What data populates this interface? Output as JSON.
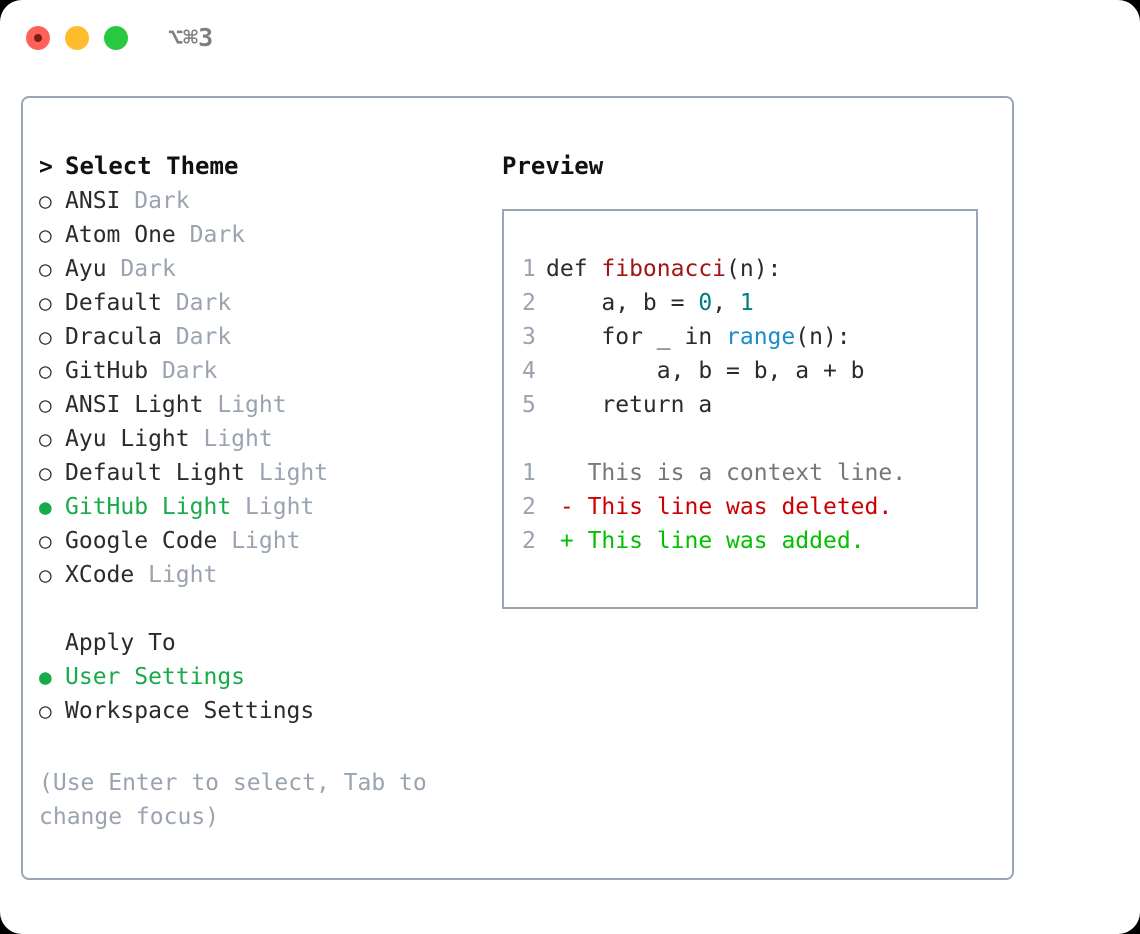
{
  "window": {
    "shortcut_label": "⌥⌘3",
    "traffic_lights": [
      "close",
      "minimize",
      "zoom"
    ]
  },
  "theme_picker": {
    "header": {
      "prefix": ">",
      "title": "Select Theme"
    },
    "unselected_marker": "○",
    "selected_marker": "●",
    "items": [
      {
        "marker": "○",
        "label": "ANSI",
        "suffix": "Dark",
        "selected": false
      },
      {
        "marker": "○",
        "label": "Atom One",
        "suffix": "Dark",
        "selected": false
      },
      {
        "marker": "○",
        "label": "Ayu",
        "suffix": "Dark",
        "selected": false
      },
      {
        "marker": "○",
        "label": "Default",
        "suffix": "Dark",
        "selected": false
      },
      {
        "marker": "○",
        "label": "Dracula",
        "suffix": "Dark",
        "selected": false
      },
      {
        "marker": "○",
        "label": "GitHub",
        "suffix": "Dark",
        "selected": false
      },
      {
        "marker": "○",
        "label": "ANSI Light",
        "suffix": "Light",
        "selected": false
      },
      {
        "marker": "○",
        "label": "Ayu Light",
        "suffix": "Light",
        "selected": false
      },
      {
        "marker": "○",
        "label": "Default Light",
        "suffix": "Light",
        "selected": false
      },
      {
        "marker": "●",
        "label": "GitHub Light",
        "suffix": "Light",
        "selected": true
      },
      {
        "marker": "○",
        "label": "Google Code",
        "suffix": "Light",
        "selected": false
      },
      {
        "marker": "○",
        "label": "XCode",
        "suffix": "Light",
        "selected": false
      }
    ]
  },
  "apply_to": {
    "header": "Apply To",
    "items": [
      {
        "marker": "●",
        "label": "User Settings",
        "selected": true
      },
      {
        "marker": "○",
        "label": "Workspace Settings",
        "selected": false
      }
    ]
  },
  "hint": "(Use Enter to select, Tab to change focus)",
  "preview": {
    "title": "Preview",
    "code_lines": [
      {
        "no": "1",
        "segments": [
          {
            "text": "def ",
            "style": "plain"
          },
          {
            "text": "fibonacci",
            "style": "fn"
          },
          {
            "text": "(n):",
            "style": "plain"
          }
        ]
      },
      {
        "no": "2",
        "segments": [
          {
            "text": "    a, b = ",
            "style": "plain"
          },
          {
            "text": "0",
            "style": "num"
          },
          {
            "text": ", ",
            "style": "plain"
          },
          {
            "text": "1",
            "style": "num"
          }
        ]
      },
      {
        "no": "3",
        "segments": [
          {
            "text": "    for _ in ",
            "style": "plain"
          },
          {
            "text": "range",
            "style": "call"
          },
          {
            "text": "(n):",
            "style": "plain"
          }
        ]
      },
      {
        "no": "4",
        "segments": [
          {
            "text": "        a, b = b, a + b",
            "style": "plain"
          }
        ]
      },
      {
        "no": "5",
        "segments": [
          {
            "text": "    return a",
            "style": "plain"
          }
        ]
      }
    ],
    "diff_lines": [
      {
        "no": "1",
        "sign": " ",
        "text": "This is a context line.",
        "kind": "ctx"
      },
      {
        "no": "2",
        "sign": "-",
        "text": "This line was deleted.",
        "kind": "del"
      },
      {
        "no": "2",
        "sign": "+",
        "text": "This line was added.",
        "kind": "add"
      }
    ]
  },
  "colors": {
    "selection_green": "#17ab4a",
    "diff_add_green": "#00c000",
    "diff_del_red": "#cc0000",
    "muted_gray": "#9aa3b0",
    "border": "#9aa5b5",
    "code_fn_red": "#a31515",
    "code_num_teal": "#007d7d",
    "code_call_blue": "#1a8cc8"
  }
}
